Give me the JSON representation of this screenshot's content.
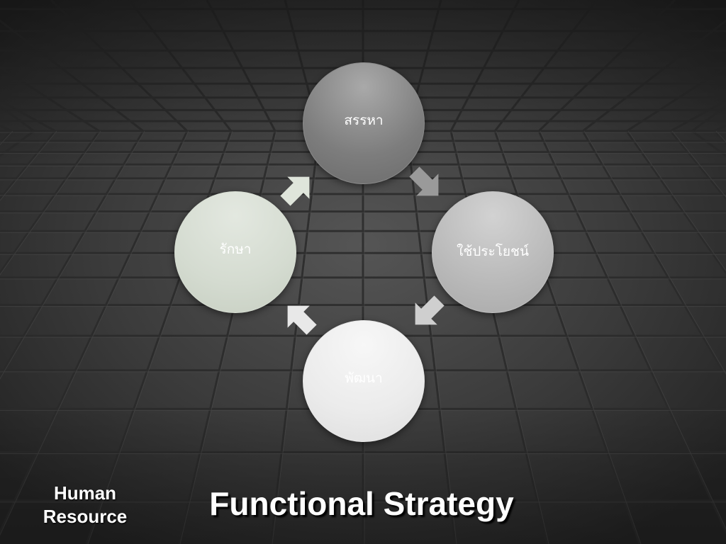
{
  "slide": {
    "brand": "Human\nResource",
    "title": "Functional Strategy"
  },
  "cycle": {
    "direction": "clockwise",
    "nodes": [
      {
        "id": "acquire",
        "label": "สรรหา",
        "color": "#8a8a8a"
      },
      {
        "id": "utilize",
        "label": "ใช้ประโยชน์",
        "color": "#bcbcbc"
      },
      {
        "id": "develop",
        "label": "พัฒนา",
        "color": "#ececec"
      },
      {
        "id": "maintain",
        "label": "รักษา",
        "color": "#d4dbd0"
      }
    ],
    "arrow_colors": {
      "acquire_to_utilize": "#9a9a9a",
      "utilize_to_develop": "#cfcfcf",
      "develop_to_maintain": "#e8e8e8",
      "maintain_to_acquire": "#dfe5db"
    }
  },
  "theme": {
    "background": "#2b2b2b",
    "grid_line": "#3a3a3a",
    "text": "#ffffff"
  }
}
